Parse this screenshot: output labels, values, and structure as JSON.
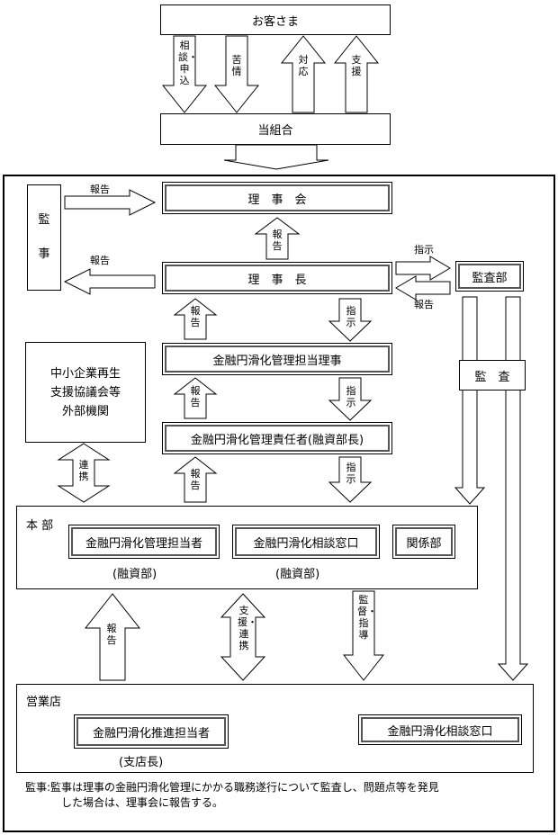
{
  "customer": "お客さま",
  "union": "当組合",
  "top_arrows": {
    "consult": "相談・申込",
    "complaint": "苦情",
    "response": "対応",
    "support": "支援"
  },
  "board": "理　事　会",
  "chairman": "理　事　長",
  "auditor": "監　事",
  "audit_dept": "監査部",
  "audit_label": "監　査",
  "director": "金融円滑化管理担当理事",
  "manager": "金融円滑化管理責任者(融資部長)",
  "external": {
    "line1": "中小企業再生",
    "line2": "支援協議会等",
    "line3": "外部機関"
  },
  "labels": {
    "report": "報告",
    "instruct": "指示",
    "liaison": "連携",
    "support_liaison": "支援・連携",
    "supervise": "監督・指導"
  },
  "honbu": {
    "title": "本 部",
    "box1": "金融円滑化管理担当者",
    "box1_sub": "(融資部)",
    "box2": "金融円滑化相談窓口",
    "box2_sub": "(融資部)",
    "box3": "関係部"
  },
  "branch": {
    "title": "営業店",
    "box1": "金融円滑化推進担当者",
    "box1_sub": "(支店長)",
    "box2": "金融円滑化相談窓口"
  },
  "note": {
    "head": "監事:",
    "line1": "監事は理事の金融円滑化管理にかかる職務遂行について監査し、問題点等を発見",
    "line2": "した場合は、理事会に報告する。"
  }
}
